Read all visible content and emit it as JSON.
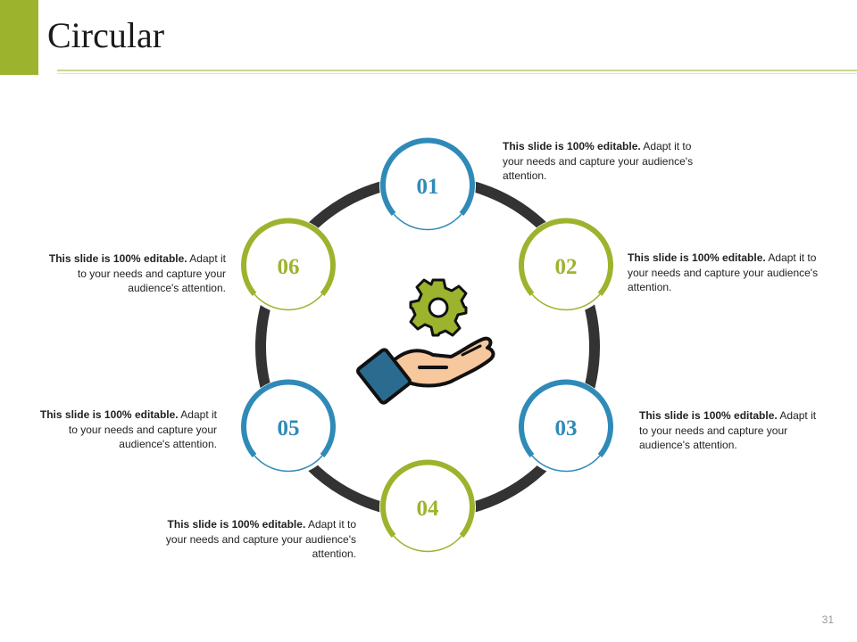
{
  "slide": {
    "title": "Circular",
    "page_number": "31",
    "accent_color": "#9cb42d",
    "blue_color": "#2f8ab8",
    "green_color": "#9cb42d",
    "ring_color": "#333333"
  },
  "steps": [
    {
      "number": "01",
      "bold": "This slide is 100% editable.",
      "text": " Adapt it to your needs and capture your audience's attention."
    },
    {
      "number": "02",
      "bold": "This slide is 100% editable.",
      "text": " Adapt it to your needs and capture your audience's attention."
    },
    {
      "number": "03",
      "bold": "This slide is 100% editable.",
      "text": " Adapt it to your needs and capture your audience's  attention."
    },
    {
      "number": "04",
      "bold": "This slide is 100% editable.",
      "text": " Adapt it to your needs and capture your audience's attention."
    },
    {
      "number": "05",
      "bold": "This slide is 100% editable.",
      "text": " Adapt it to your needs and capture your audience's  attention."
    },
    {
      "number": "06",
      "bold": "This slide is 100% editable.",
      "text": " Adapt it to your needs and capture your audience's  attention."
    }
  ],
  "center_icon": "hand-with-gear-icon"
}
